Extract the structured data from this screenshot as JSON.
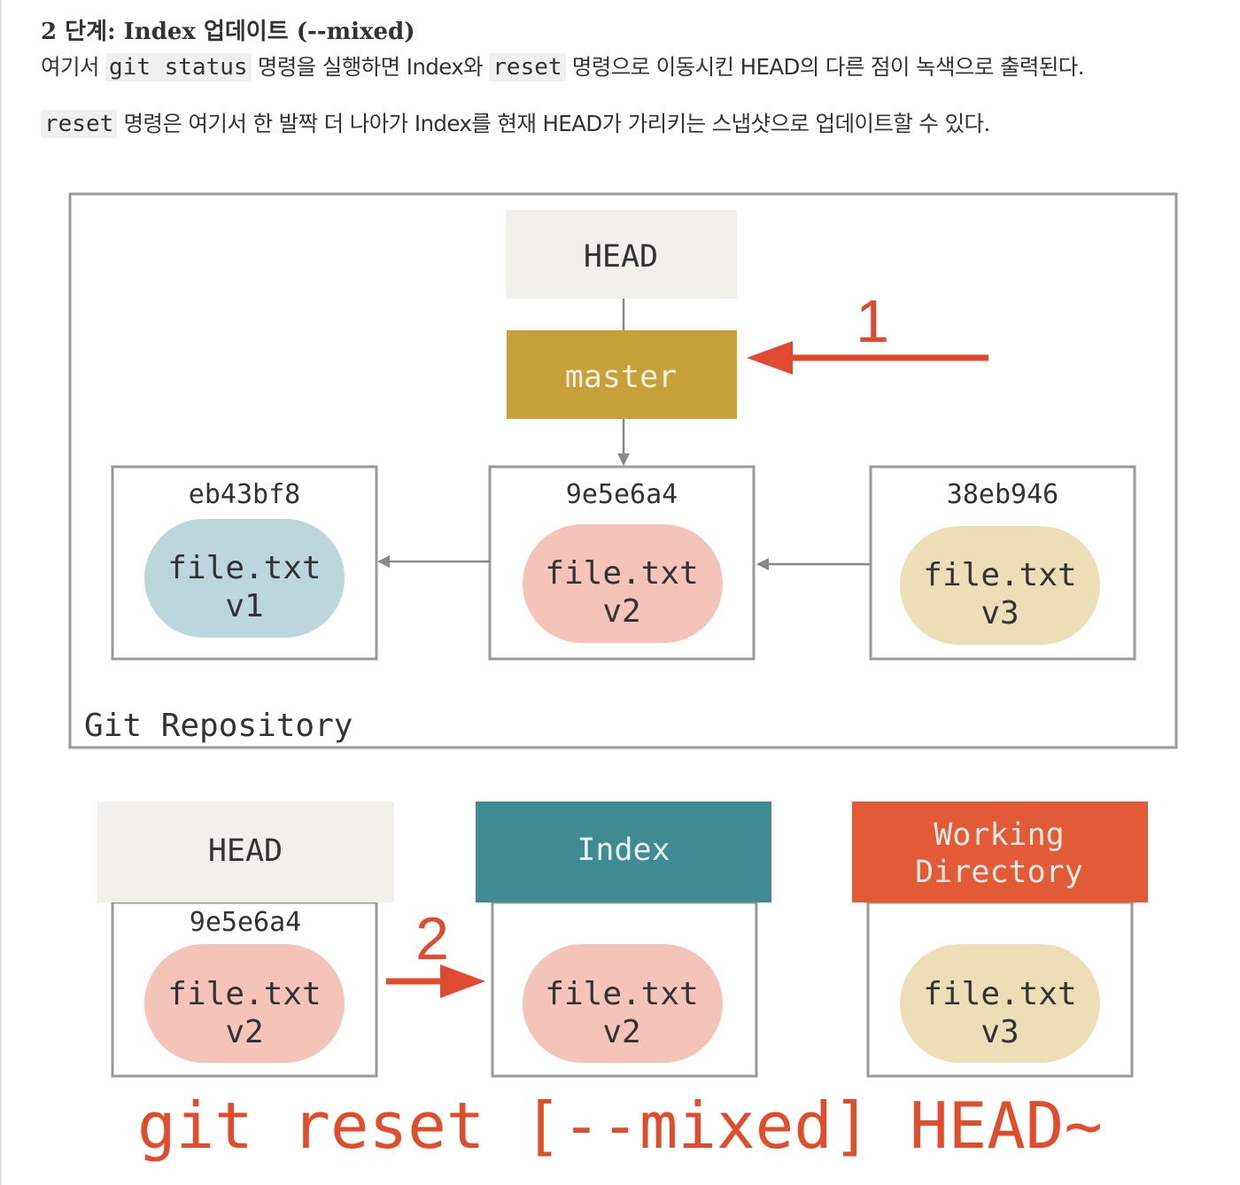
{
  "text": {
    "heading": "2 단계: Index 업데이트 (--mixed)",
    "p1_a": "여기서 ",
    "p1_code1": "git status",
    "p1_b": " 명령을 실행하면 Index와 ",
    "p1_code2": "reset",
    "p1_c": " 명령으로 이동시킨 HEAD의 다른 점이 녹색으로 출력된다.",
    "p2_code": "reset",
    "p2_b": " 명령은 여기서 한 발짝 더 나아가 Index를 현재 HEAD가 가리키는 스냅샷으로 업데이트할 수 있다."
  },
  "diagram": {
    "repo_label": "Git Repository",
    "head_label": "HEAD",
    "master_label": "master",
    "step1": "1",
    "step2": "2",
    "commits": [
      {
        "hash": "eb43bf8",
        "file": "file.txt",
        "version": "v1"
      },
      {
        "hash": "9e5e6a4",
        "file": "file.txt",
        "version": "v2"
      },
      {
        "hash": "38eb946",
        "file": "file.txt",
        "version": "v3"
      }
    ],
    "trees": [
      {
        "title": "HEAD",
        "hash": "9e5e6a4",
        "file": "file.txt",
        "version": "v2"
      },
      {
        "title": "Index",
        "file": "file.txt",
        "version": "v2"
      },
      {
        "title_line1": "Working",
        "title_line2": "Directory",
        "file": "file.txt",
        "version": "v3"
      }
    ],
    "command": "git reset [--mixed] HEAD~"
  },
  "colors": {
    "head_bg": "#f1f0ea",
    "master_bg": "#c6a038",
    "index_bg": "#3e8b93",
    "workdir_bg": "#e35a37",
    "blob_v1": "#bcd7dc",
    "blob_v2": "#f4c4b8",
    "blob_v3": "#ecdfb7",
    "arrow_red": "#e04a2f",
    "command_red": "#e34c2a",
    "connector": "#888888",
    "border": "#9a9a9a"
  }
}
